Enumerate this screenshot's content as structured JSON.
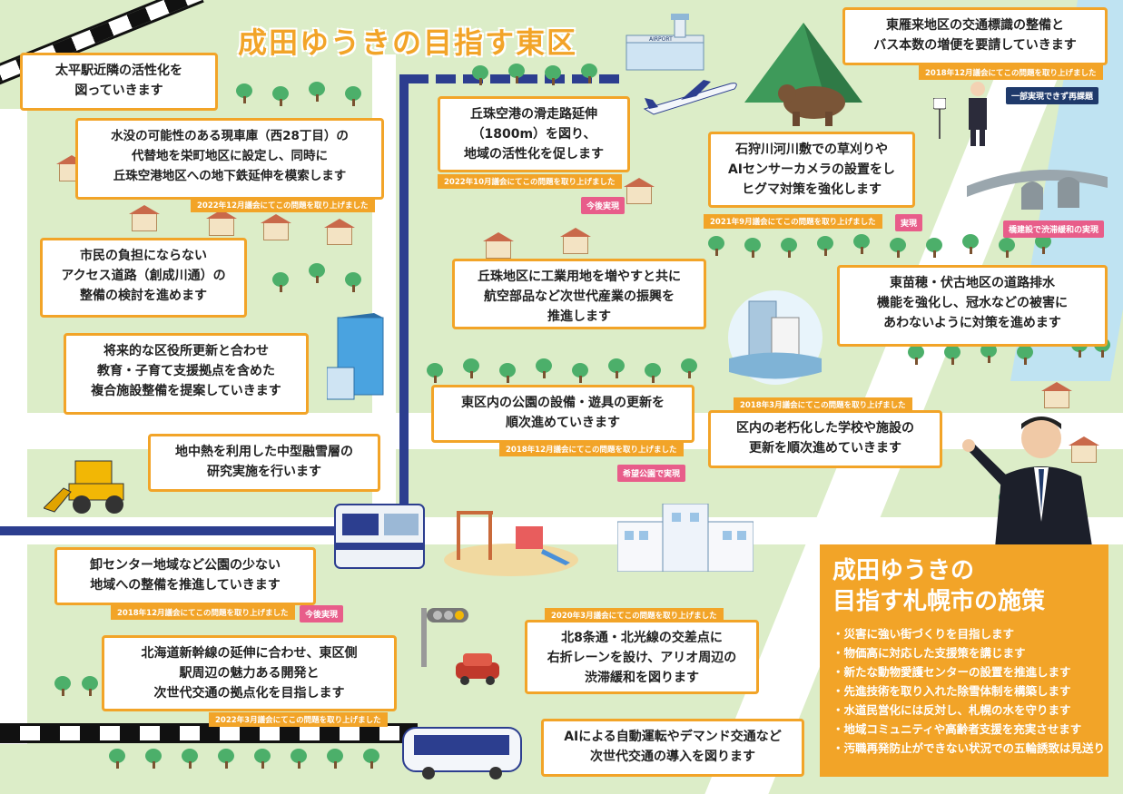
{
  "title": "成田ゆうきの目指す東区",
  "colors": {
    "accent": "#f2a428",
    "status": "#e85d8a",
    "background": "#dcedc8",
    "subway": "#2c3e8f"
  },
  "icons": [
    "airport-icon",
    "airplane-icon",
    "mountain-icon",
    "bear-icon",
    "bus-stop-icon",
    "bridge-icon",
    "flood-icon",
    "school-icon",
    "playground-icon",
    "traffic-light-icon",
    "car-icon",
    "bulldozer-icon",
    "train-icon",
    "bus-icon",
    "office-building-icon",
    "person-icon"
  ],
  "bubbles": [
    {
      "text": "太平駅近隣の活性化を\n図っていきます"
    },
    {
      "text": "水没の可能性のある現車庫（西28丁目）の\n代替地を栄町地区に設定し、同時に\n丘珠空港地区への地下鉄延伸を模索します",
      "tag": "2022年12月議会にてこの問題を取り上げました"
    },
    {
      "text": "丘珠空港の滑走路延伸\n（1800m）を図り、\n地域の活性化を促します",
      "tag": "2022年10月議会にてこの問題を取り上げました",
      "status": "今後実現"
    },
    {
      "text": "東雁来地区の交通標識の整備と\nバス本数の増便を要請していきます",
      "tag": "2018年12月議会にてこの問題を取り上げました",
      "status": "一部実現できず再課題"
    },
    {
      "text": "石狩川河川敷での草刈りや\nAIセンサーカメラの設置をし\nヒグマ対策を強化します",
      "tag": "2021年9月議会にてこの問題を取り上げました",
      "status": "実現"
    },
    {
      "text": "市民の負担にならない\nアクセス道路（創成川通）の\n整備の検討を進めます"
    },
    {
      "text": "丘珠地区に工業用地を増やすと共に\n航空部品など次世代産業の振興を\n推進します"
    },
    {
      "text": "東苗穂・伏古地区の道路排水\n機能を強化し、冠水などの被害に\nあわないように対策を進めます"
    },
    {
      "text": "将来的な区役所更新と合わせ\n教育・子育て支援拠点を含めた\n複合施設整備を提案していきます"
    },
    {
      "text": "東区内の公園の設備・遊具の更新を\n順次進めていきます",
      "tag": "2018年12月議会にてこの問題を取り上げました",
      "status": "希望公園で実現"
    },
    {
      "text": "区内の老朽化した学校や施設の\n更新を順次進めていきます",
      "tag": "2018年3月議会にてこの問題を取り上げました"
    },
    {
      "text": "地中熱を利用した中型融雪層の\n研究実施を行います"
    },
    {
      "text": "卸センター地域など公園の少ない\n地域への整備を推進していきます",
      "tag": "2018年12月議会にてこの問題を取り上げました",
      "status": "今後実現"
    },
    {
      "text": "北8条通・北光線の交差点に\n右折レーンを設け、アリオ周辺の\n渋滞緩和を図ります",
      "tag": "2020年3月議会にてこの問題を取り上げました"
    },
    {
      "text": "北海道新幹線の延伸に合わせ、東区側\n駅周辺の魅力ある開発と\n次世代交通の拠点化を目指します",
      "tag": "2022年3月議会にてこの問題を取り上げました"
    },
    {
      "text": "AIによる自動運転やデマンド交通など\n次世代交通の導入を図ります"
    }
  ],
  "bridge_label": "橋建設で渋滞緩和の実現",
  "airport_label": "AIRPORT",
  "policy": {
    "title_line1": "成田ゆうきの",
    "title_line2": "目指す札幌市の施策",
    "items": [
      "災害に強い街づくりを目指します",
      "物価高に対応した支援策を講じます",
      "新たな動物愛護センターの設置を推進します",
      "先進技術を取り入れた除雪体制を構築します",
      "水道民営化には反対し、札幌の水を守ります",
      "地域コミュニティや高齢者支援を充実させます",
      "汚職再発防止ができない状況での五輪誘致は見送り"
    ]
  }
}
